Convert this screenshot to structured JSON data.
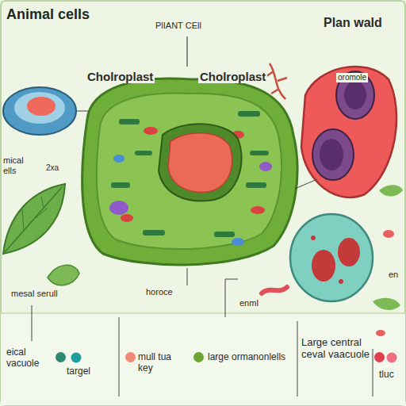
{
  "diagram": {
    "title": "Animal cells",
    "labels": [
      "PlIANT CEll",
      "Plan wald",
      "Cholroplast",
      "Cholroplast",
      "oromole",
      "mical ells",
      "2xa",
      "mesal serull",
      "horoce",
      "enml",
      "en",
      "eical vacuole",
      "Large central ceval vaacuole"
    ],
    "legend": [
      {
        "text": "targel",
        "color": "#2f8a72"
      },
      {
        "text": "mull tua key",
        "color": "#f28a78"
      },
      {
        "text": "large ormanonlells",
        "color": "#6aa536"
      },
      {
        "text": "tluc",
        "color": "#e0404e"
      }
    ]
  }
}
